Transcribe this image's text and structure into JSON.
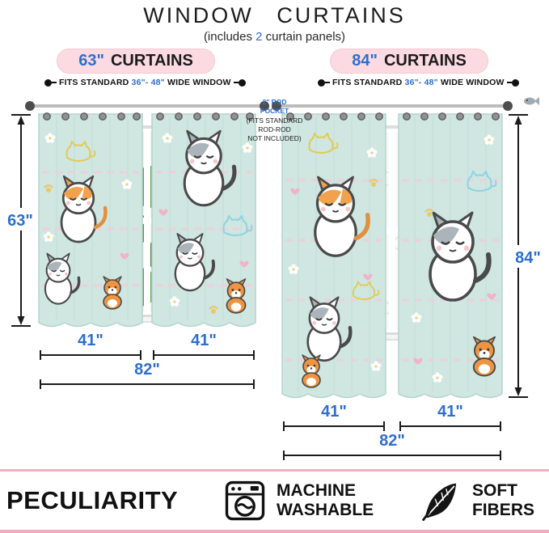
{
  "title": {
    "main": "WINDOW CURTAINS",
    "subtitle_prefix": "(includes ",
    "subtitle_count": "2",
    "subtitle_suffix": " curtain panels)"
  },
  "rod_note": {
    "line1": "2\" ROD",
    "line2": "POCKET",
    "line3": "(FITS STANDARD",
    "line4": "ROD-ROD",
    "line5": "NOT INCLUDED)"
  },
  "panels": [
    {
      "size": "63\"",
      "label": "CURTAINS",
      "fits_prefix": "FITS STANDARD ",
      "fits_range": "36\"- 48\"",
      "fits_suffix": " WIDE WINDOW",
      "height": "63\"",
      "width_left": "41\"",
      "width_right": "41\"",
      "width_total": "82\""
    },
    {
      "size": "84\"",
      "label": "CURTAINS",
      "fits_prefix": "FITS STANDARD ",
      "fits_range": "36\"- 48\"",
      "fits_suffix": " WIDE WINDOW",
      "height": "84\"",
      "width_left": "41\"",
      "width_right": "41\"",
      "width_total": "82\""
    }
  ],
  "footer": {
    "brand": "PECULIARITY",
    "features": [
      {
        "line1": "MACHINE",
        "line2": "WASHABLE",
        "icon": "washing-machine-icon"
      },
      {
        "line1": "SOFT",
        "line2": "FIBERS",
        "icon": "feather-icon"
      }
    ]
  },
  "icons": {
    "washing_machine": "washing-machine-icon",
    "feather": "feather-icon",
    "rod_finial": "rod-finial-icon",
    "width_endpoints": "width-range-dot-icon"
  },
  "colors": {
    "accent_blue": "#2e6fce",
    "badge_pink": "#fbdbe1",
    "divider_pink": "#f2aebf",
    "curtain_teal": "#cfe6e1",
    "text_dark": "#1b1b1b"
  }
}
